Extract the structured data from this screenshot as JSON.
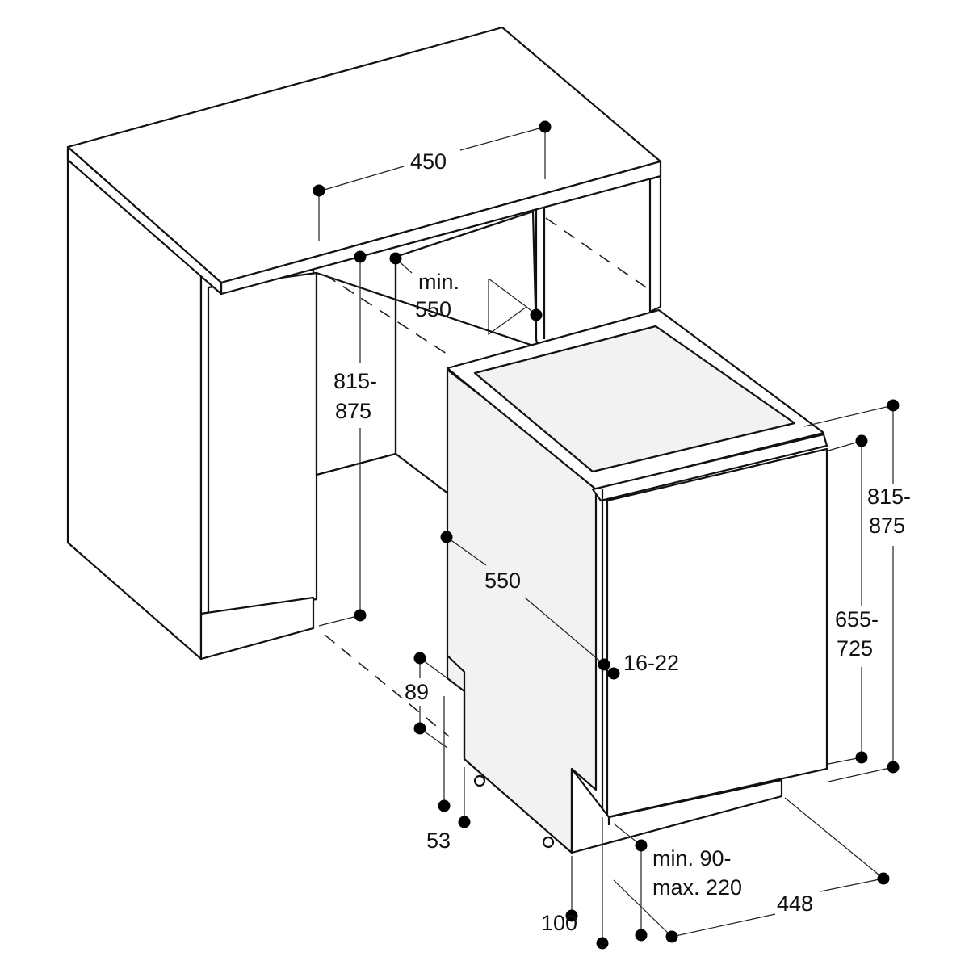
{
  "diagram": {
    "dimensions": {
      "niche_width": "450",
      "niche_height_line1": "815-",
      "niche_height_line2": "875",
      "niche_depth_line1": "min.",
      "niche_depth_line2": "550",
      "appliance_depth": "550",
      "door_thickness": "16-22",
      "total_height_line1": "815-",
      "total_height_line2": "875",
      "door_height_line1": "655-",
      "door_height_line2": "725",
      "plinth_recess": "89",
      "plinth_offset": "53",
      "plinth_height_line1": "min. 90-",
      "plinth_height_line2": "max. 220",
      "plinth_depth": "100",
      "appliance_width": "448"
    }
  }
}
